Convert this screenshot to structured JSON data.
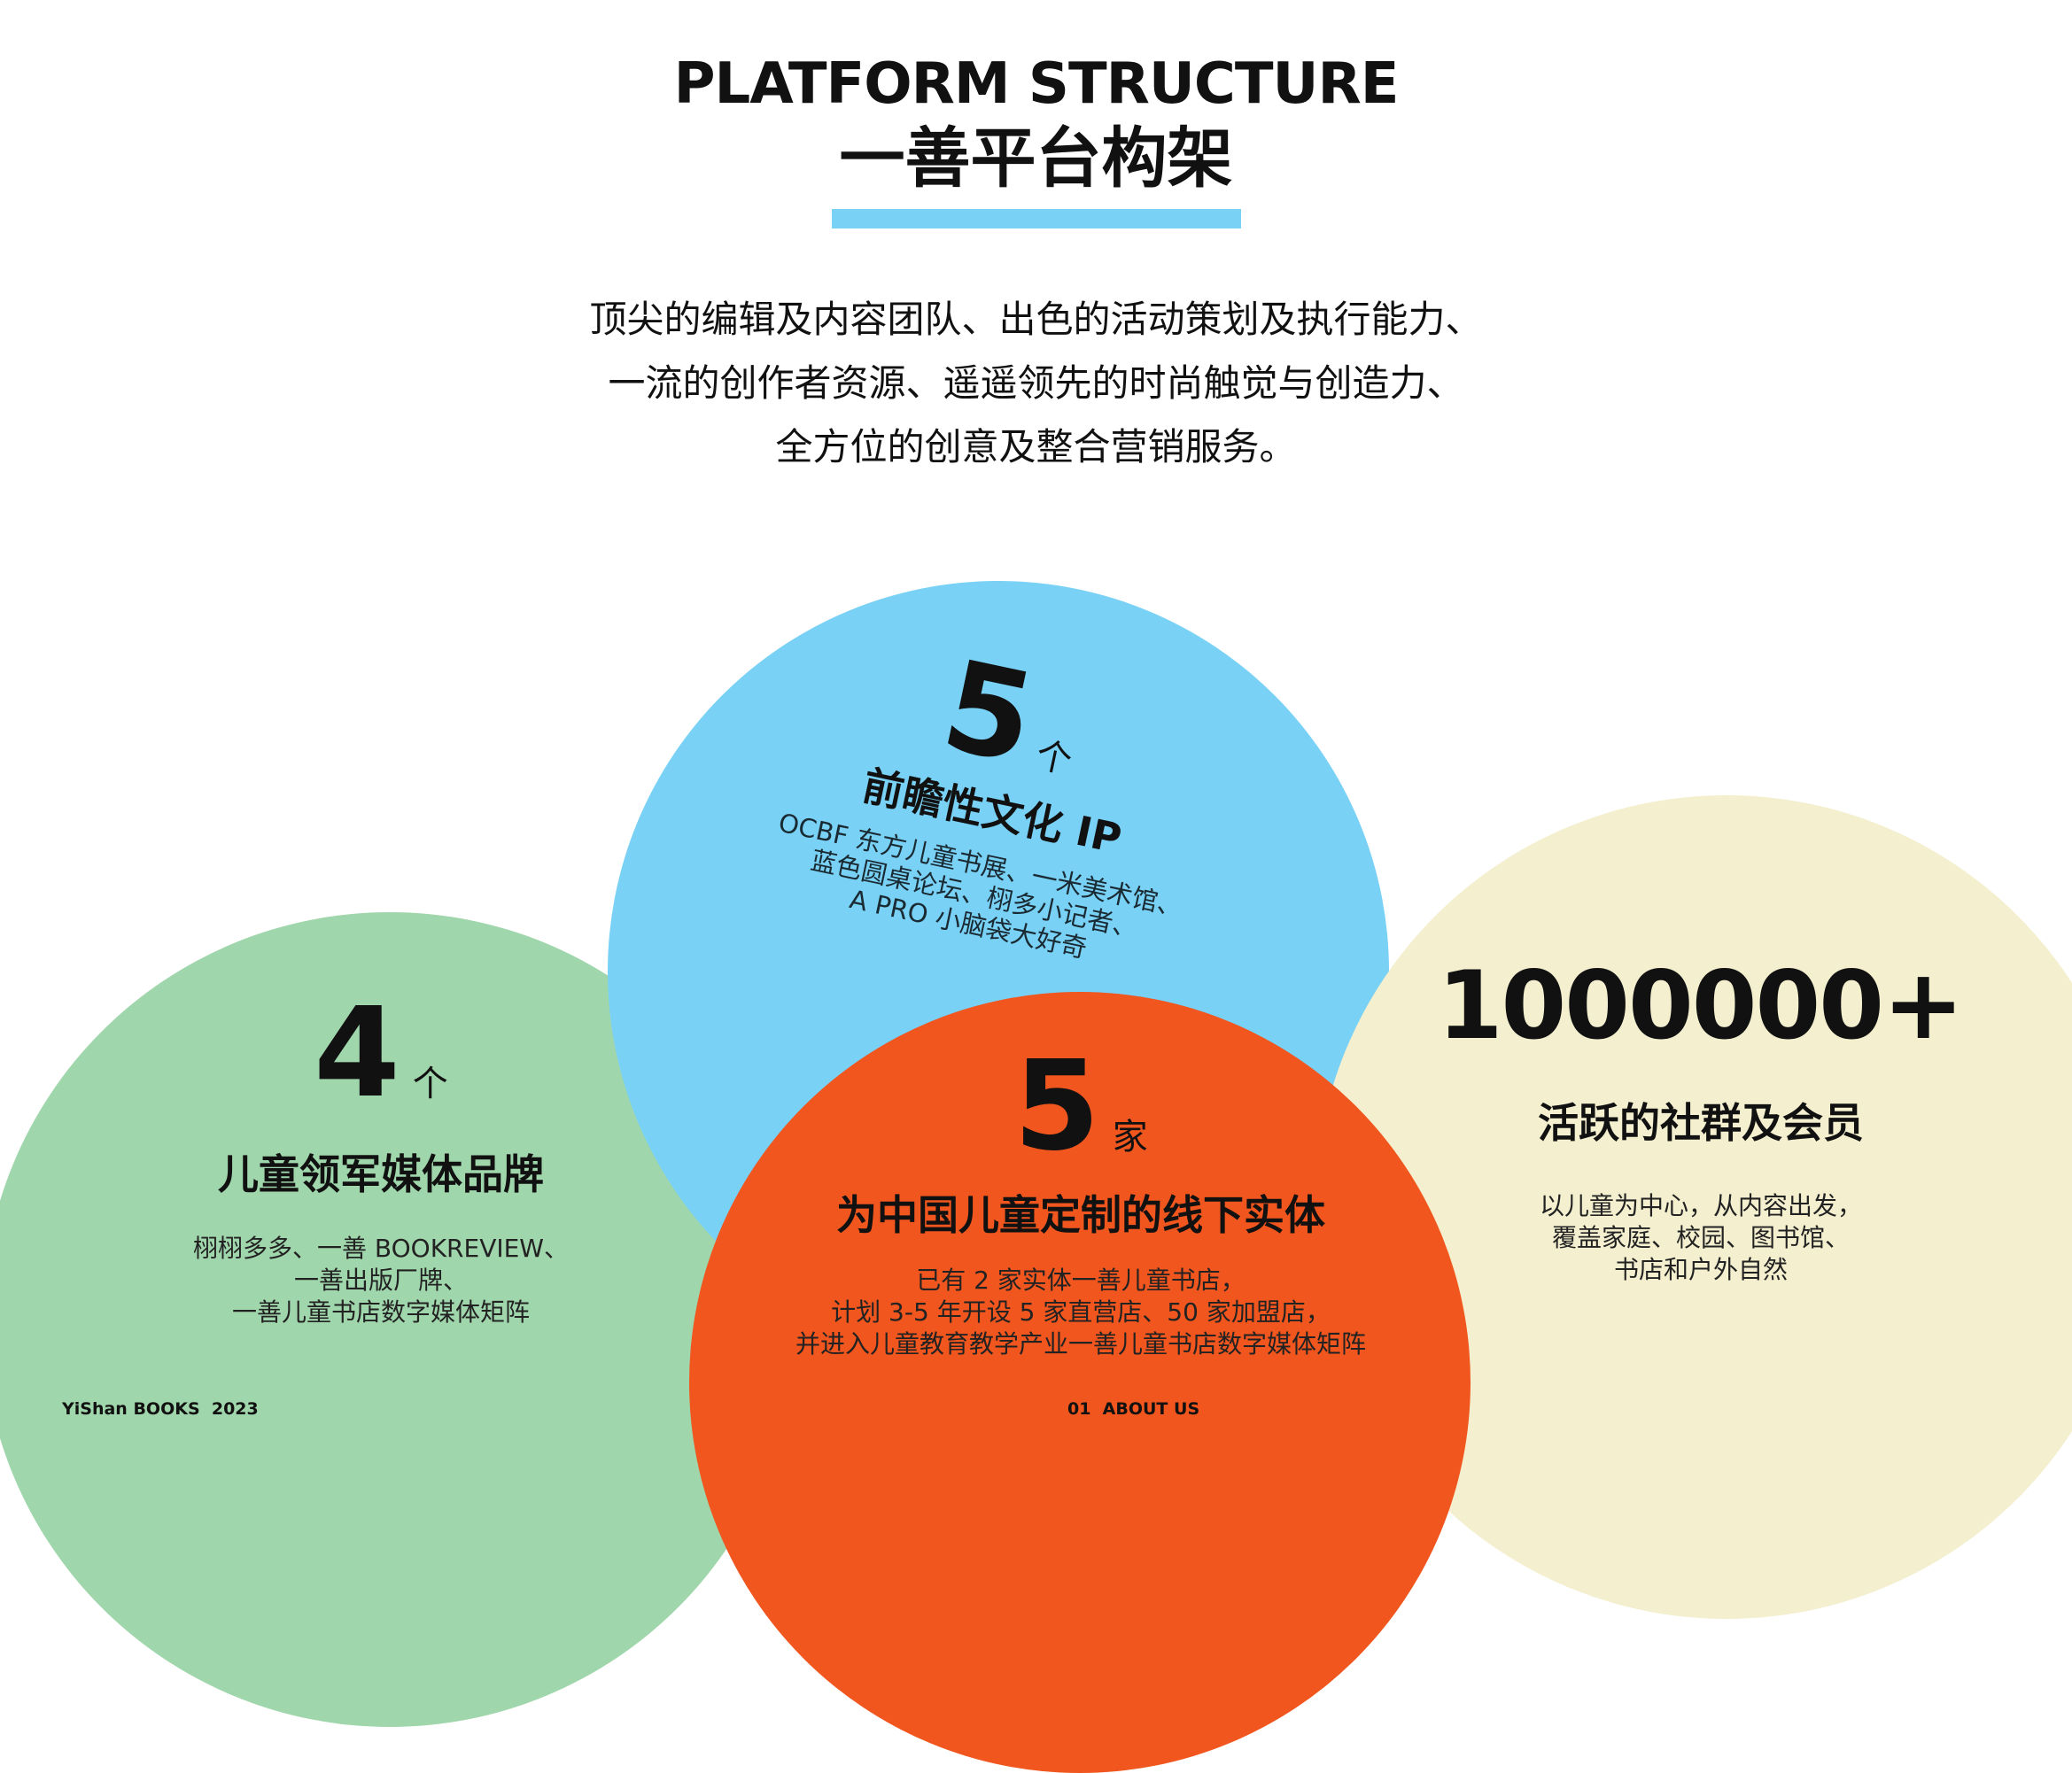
{
  "header": {
    "title_en": "PLATFORM STRUCTURE",
    "title_cn": "一善平台构架"
  },
  "intro": {
    "line1": "顶尖的编辑及内容团队、出色的活动策划及执行能力、",
    "line2": "一流的创作者资源、遥遥领先的时尚触觉与创造力、",
    "line3": "全方位的创意及整合营销服务。"
  },
  "circles": {
    "blue": {
      "number": "5",
      "unit": "个",
      "heading": "前瞻性文化 IP",
      "desc_lines": [
        "OCBF 东方儿童书展、一米美术馆、",
        "蓝色圆桌论坛、栩多小记者、",
        "A PRO 小脑袋大好奇"
      ]
    },
    "green": {
      "number": "4",
      "unit": "个",
      "heading": "儿童领军媒体品牌",
      "desc_lines": [
        "栩栩多多、一善 BOOKREVIEW、",
        "一善出版厂牌、",
        "一善儿童书店数字媒体矩阵"
      ]
    },
    "orange": {
      "number": "5",
      "unit": "家",
      "heading": "为中国儿童定制的线下实体",
      "desc_lines": [
        "已有 2 家实体一善儿童书店，",
        "计划 3-5 年开设 5 家直营店、50 家加盟店，",
        "并进入儿童教育教学产业一善儿童书店数字媒体矩阵"
      ]
    },
    "cream": {
      "number": "1000000",
      "suffix": "+",
      "heading": "活跃的社群及会员",
      "desc_lines": [
        "以儿童为中心，从内容出发，",
        "覆盖家庭、校园、图书馆、",
        "书店和户外自然"
      ]
    }
  },
  "footer": {
    "left": "YiShan BOOKS  2023",
    "center": "01  ABOUT US"
  },
  "colors": {
    "accent_bar": "#79d1f5",
    "blue": "#79d1f5",
    "green": "#a0d6ac",
    "orange": "#f0561e",
    "cream": "#f3efcf"
  }
}
